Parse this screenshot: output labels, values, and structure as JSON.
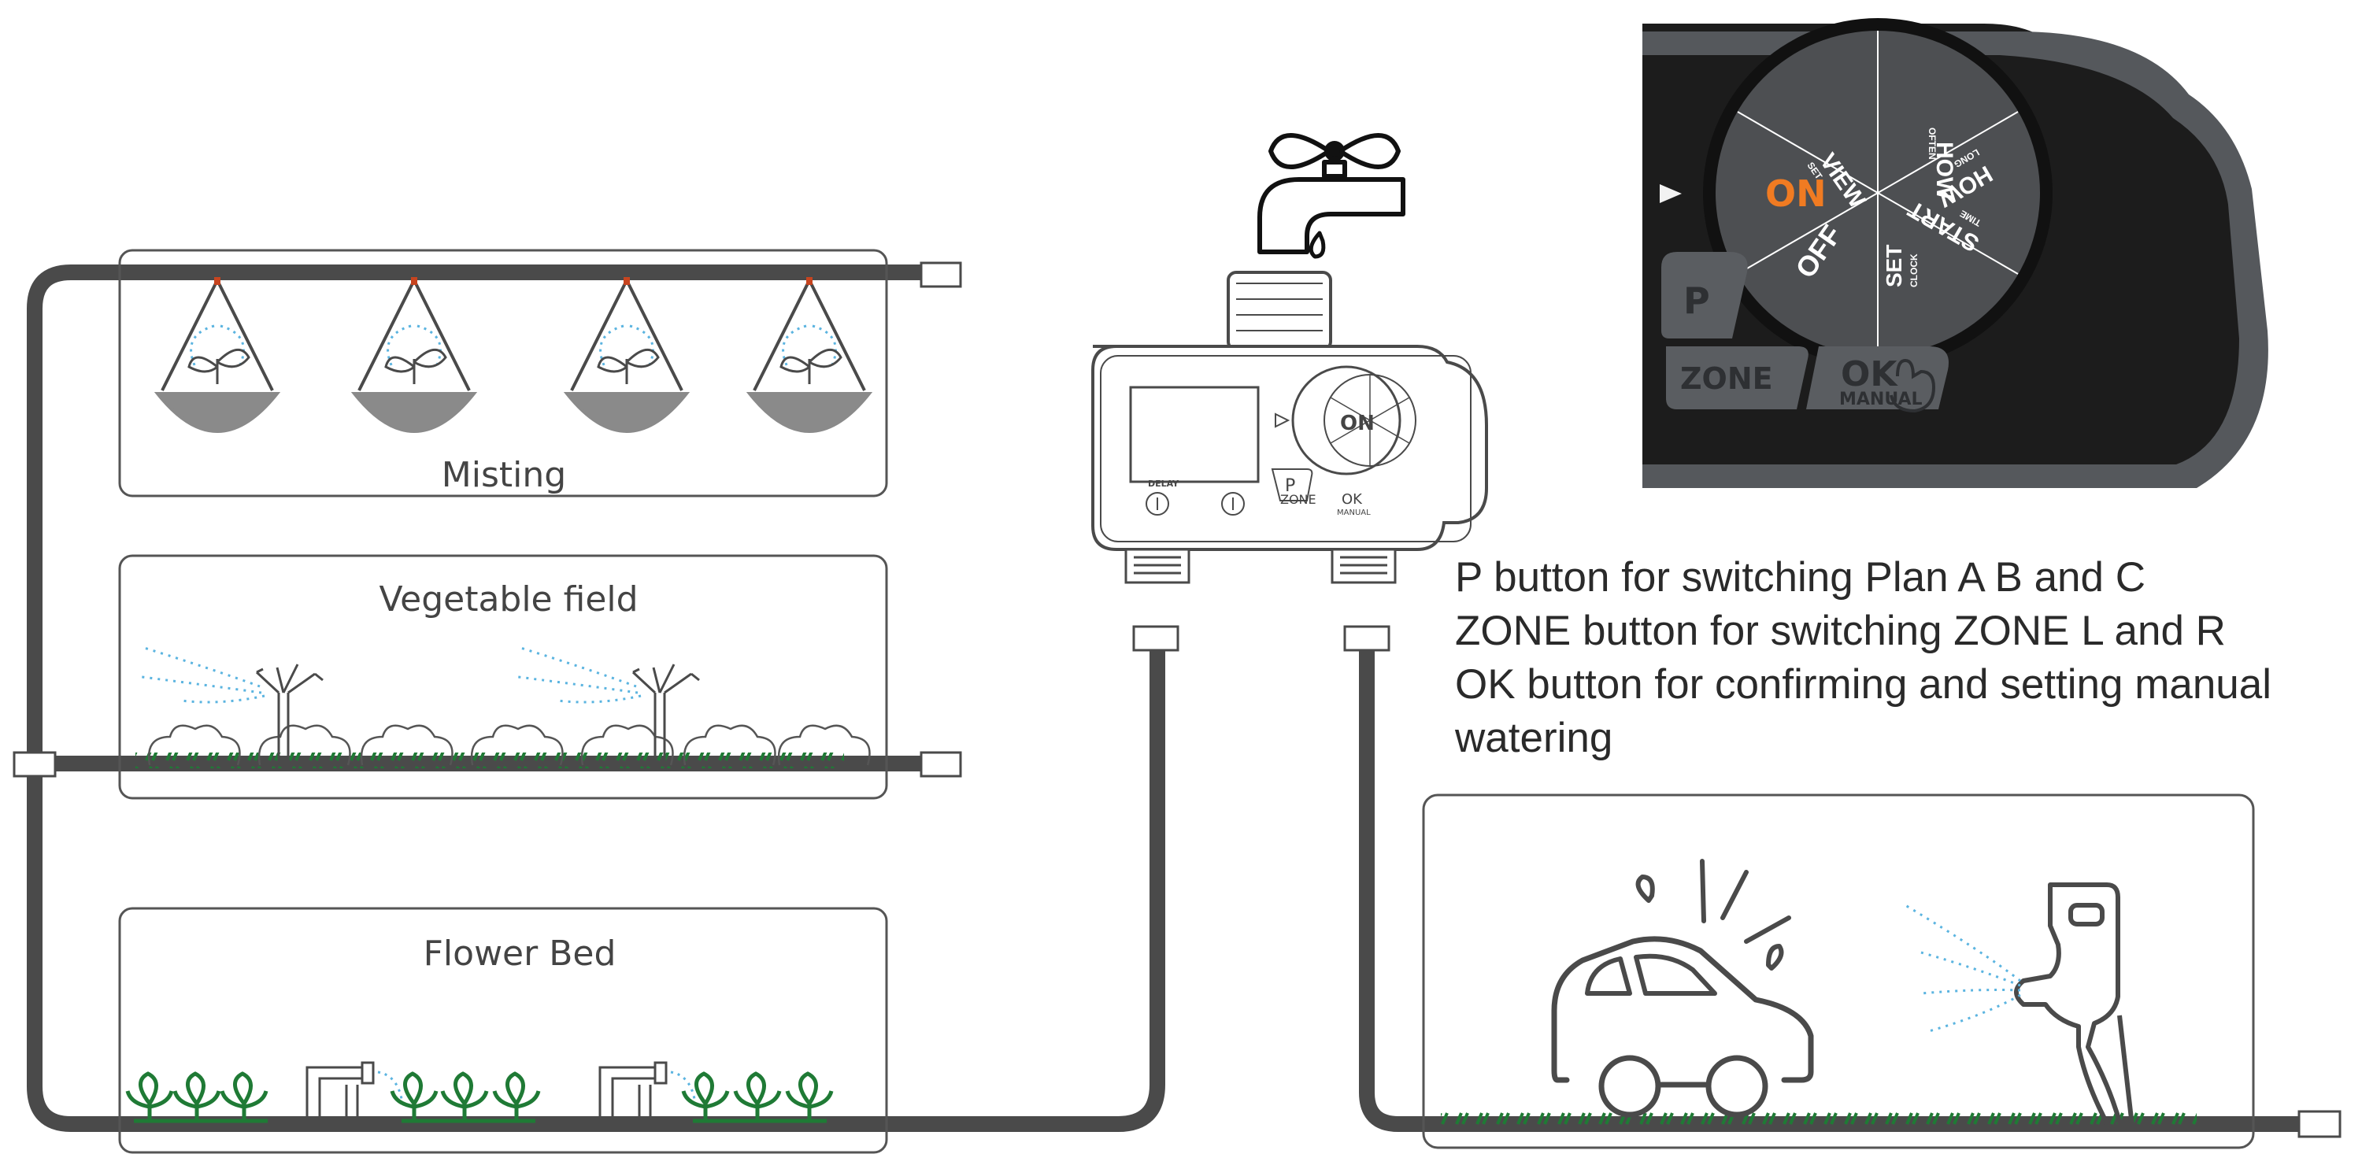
{
  "scenes": {
    "misting": "Misting",
    "vegetable": "Vegetable field",
    "flower": "Flower Bed"
  },
  "timer": {
    "delay_label": "DELAY",
    "zone_label": "ZONE",
    "ok_label": "OK",
    "manual_label": "MANUAL",
    "p_label": "P",
    "on_label": "ON",
    "off_label": "OFF"
  },
  "dial": {
    "on": "ON",
    "off": "OFF",
    "view": "VIEW",
    "view_sub": "SET",
    "how_often": "HOW",
    "how_often_sub": "OFTEN",
    "how_long": "HOW",
    "how_long_sub": "LONG",
    "start": "START",
    "start_sub": "TIME",
    "set": "SET",
    "set_sub": "CLOCK"
  },
  "buttons": {
    "p": "P",
    "zone": "ZONE",
    "ok": "OK",
    "manual": "MANUAL"
  },
  "descriptions": [
    "P button for switching Plan A B and C",
    "ZONE button for switching ZONE L and R",
    "OK button for confirming and setting manual watering"
  ],
  "colors": {
    "pipe": "#4a4a4a",
    "water": "#5bb4e0",
    "grass": "#1f7a35",
    "accent": "#f07b22",
    "device_dark": "#1c1c1c",
    "device_gray": "#6e7073"
  }
}
